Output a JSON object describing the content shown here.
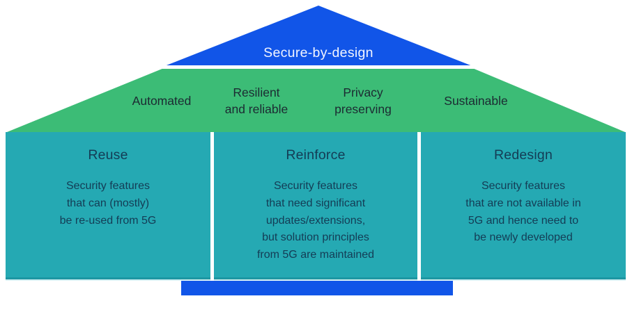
{
  "figure": {
    "title_hint": "secure-by-design house diagram",
    "roof": {
      "label": "Secure-by-design"
    },
    "band": {
      "labels": [
        {
          "text": "Automated"
        },
        {
          "text": "Resilient\nand reliable"
        },
        {
          "text": "Privacy\npreserving"
        },
        {
          "text": "Sustainable"
        }
      ]
    },
    "pillars": [
      {
        "title": "Reuse",
        "body": "Security features\nthat can (mostly)\nbe re-used from 5G"
      },
      {
        "title": "Reinforce",
        "body": "Security features\nthat need significant\nupdates/extensions,\nbut solution principles\nfrom 5G are maintained"
      },
      {
        "title": "Redesign",
        "body": "Security features\nthat are not available in\n5G and hence need to\nbe newly developed"
      }
    ],
    "colors": {
      "roof_blue": "#1155E8",
      "band_green": "#3CBC76",
      "pillar_teal": "#25A9B3",
      "pillar_text_navy": "#143C55",
      "band_text": "#1C2A32",
      "foundation_blue": "#1155E8"
    }
  }
}
